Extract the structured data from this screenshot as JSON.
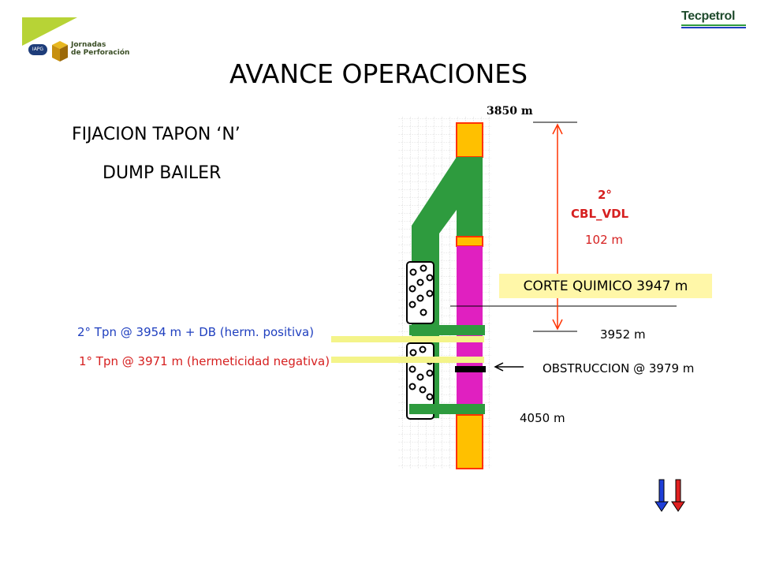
{
  "header": {
    "event_logo_line1": "Jornadas",
    "event_logo_line2": "de Perforación",
    "company_logo": "Tecpetrol",
    "iapg_badge": "IAPG"
  },
  "title": "AVANCE OPERACIONES",
  "subtitles": {
    "line1": "FIJACION TAPON ‘N’",
    "line2": "DUMP BAILER"
  },
  "depth_labels": {
    "top": "3850 m",
    "mid": "3952 m",
    "bottom": "4050 m"
  },
  "cbl": {
    "run": "2°",
    "name": "CBL_VDL",
    "length": "102 m"
  },
  "corte": "CORTE QUIMICO 3947 m",
  "plugs": {
    "second": "2° Tpn @ 3954 m + DB (herm. positiva)",
    "first": "1° Tpn @ 3971 m  (hermeticidad negativa)"
  },
  "obstruccion": "OBSTRUCCION @ 3979 m",
  "colors": {
    "green": "#2e9b3e",
    "magenta": "#e020c0",
    "orange": "#ffc000",
    "red_border": "#ff3300",
    "yellow_band": "#f4f48a",
    "red_text": "#d62020",
    "blue_text": "#1f3fbf",
    "arrow_blue": "#1f3fd8",
    "arrow_red": "#e02020"
  }
}
